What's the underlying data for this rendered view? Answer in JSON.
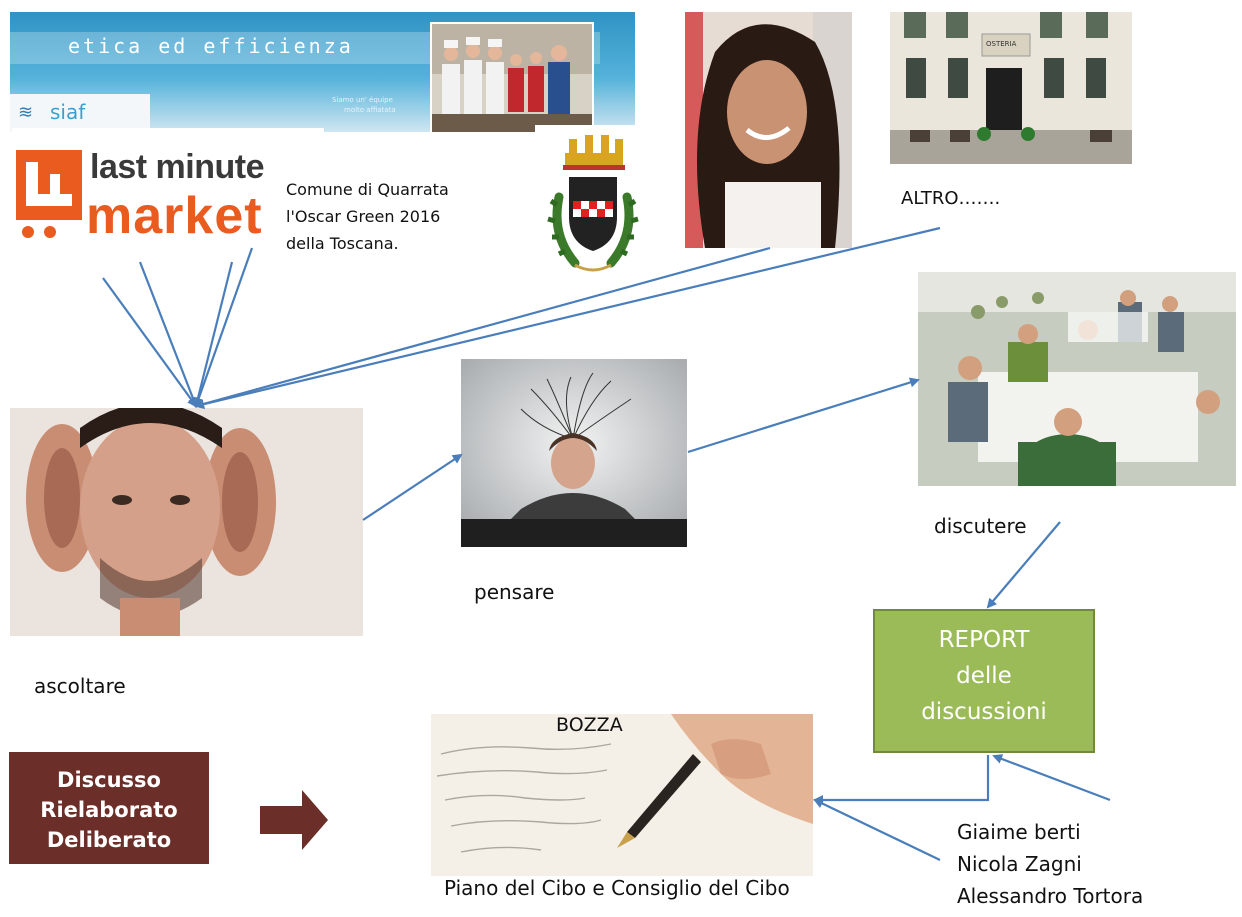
{
  "siaf_banner": {
    "headline": "etica ed efficienza",
    "brand": "siaf",
    "tagline_line1": "Siamo un' équipe",
    "tagline_line2": "molto affiatata"
  },
  "lmm_logo": {
    "line1": "last minute",
    "line2": "market"
  },
  "comune_caption": {
    "line1": "Comune di Quarrata",
    "line2": "l'Oscar Green 2016",
    "line3": "della Toscana."
  },
  "building_sign": "OSTERIA",
  "labels": {
    "altro": "ALTRO…….",
    "ascoltare": "ascoltare",
    "pensare": "pensare",
    "discutere": "discutere",
    "bozza": "BOZZA",
    "piano": "Piano del Cibo e Consiglio del Cibo"
  },
  "report_box": {
    "line1": "REPORT",
    "line2": "delle",
    "line3": "discussioni"
  },
  "status_box": {
    "line1": "Discusso",
    "line2": "Rielaborato",
    "line3": "Deliberato"
  },
  "authors": [
    "Giaime berti",
    "Nicola Zagni",
    "Alessandro Tortora"
  ],
  "colors": {
    "arrow": "#4a7ebb",
    "report_fill": "#9bbb59",
    "report_border": "#71893f",
    "status_fill": "#6b2e28",
    "big_arrow": "#6b2e28",
    "banner_blue": "#3a9fc9",
    "lmm_orange": "#ea5b1f"
  }
}
